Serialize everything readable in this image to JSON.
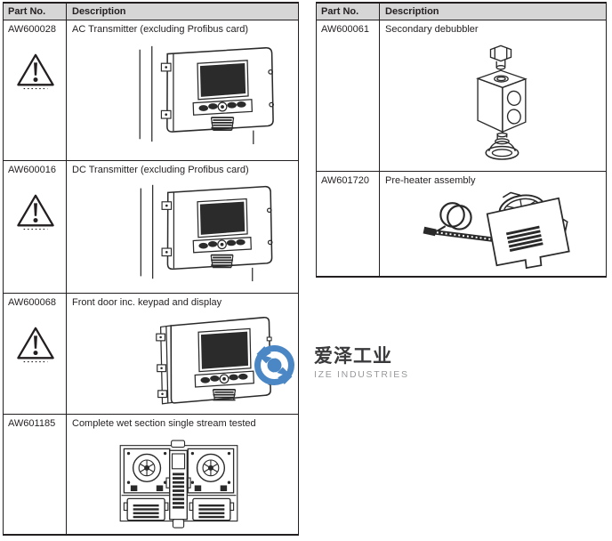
{
  "page": {
    "background": "#ffffff"
  },
  "tables": {
    "left": {
      "headers": {
        "part_no": "Part No.",
        "description": "Description"
      },
      "rows": [
        {
          "part_no": "AW600028",
          "description": "AC Transmitter (excluding Profibus card)",
          "warning": true,
          "image": "ac-transmitter-illustration"
        },
        {
          "part_no": "AW600016",
          "description": "DC Transmitter (excluding Profibus card)",
          "warning": true,
          "image": "dc-transmitter-illustration"
        },
        {
          "part_no": "AW600068",
          "description": "Front door inc. keypad and display",
          "warning": true,
          "image": "front-door-illustration"
        },
        {
          "part_no": "AW601185",
          "description": "Complete wet section single stream tested",
          "warning": false,
          "image": "wet-section-illustration"
        }
      ]
    },
    "right": {
      "headers": {
        "part_no": "Part No.",
        "description": "Description"
      },
      "rows": [
        {
          "part_no": "AW600061",
          "description": "Secondary debubbler",
          "warning": false,
          "image": "secondary-debubbler-illustration"
        },
        {
          "part_no": "AW601720",
          "description": "Pre-heater assembly",
          "warning": false,
          "image": "pre-heater-assembly-illustration"
        }
      ]
    }
  },
  "icons": {
    "warning": "triangle-exclamation",
    "logo": "ize-circle-swirl"
  },
  "watermark": {
    "name_cn": "爱泽工业",
    "name_en": "IZE INDUSTRIES"
  },
  "colors": {
    "header_bg": "#d6d6d6",
    "border": "#231f20",
    "text": "#231f20",
    "screen_fill": "#2b2b2b",
    "logo_blue": "#4a87c4",
    "en_text_gray": "#97999c"
  }
}
